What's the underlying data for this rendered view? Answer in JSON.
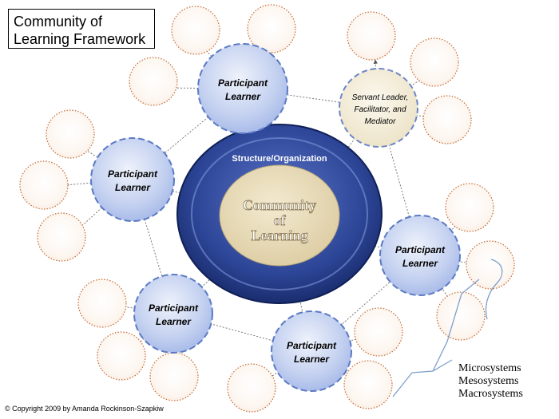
{
  "title": [
    "Community of",
    "Learning Framework"
  ],
  "core": {
    "label": [
      "Community",
      "of",
      "Learning"
    ],
    "ring_label": "Structure/Organization"
  },
  "leader": {
    "label": [
      "Servant Leader,",
      "Facilitator, and",
      "Mediator"
    ]
  },
  "participant_label": [
    "Participant",
    "Learner"
  ],
  "legend": [
    "Microsystems",
    "Mesosystems",
    "Macrosystems"
  ],
  "copyright": "© Copyright 2009 by Amanda Rockinson-Szapkiw",
  "colors": {
    "ring_outer": "#1e3580",
    "ring_inner": "#4a63b8",
    "core_fill": "#eadfc0",
    "participant_fill": "#b9c8ec",
    "participant_border": "#5b7ac4",
    "leader_fill": "#f4eedb",
    "leader_border": "#6c86c6",
    "satellite_border": "#c46a32",
    "satellite_fill": "#fbefe6",
    "arrow": "#6b6b6b"
  }
}
